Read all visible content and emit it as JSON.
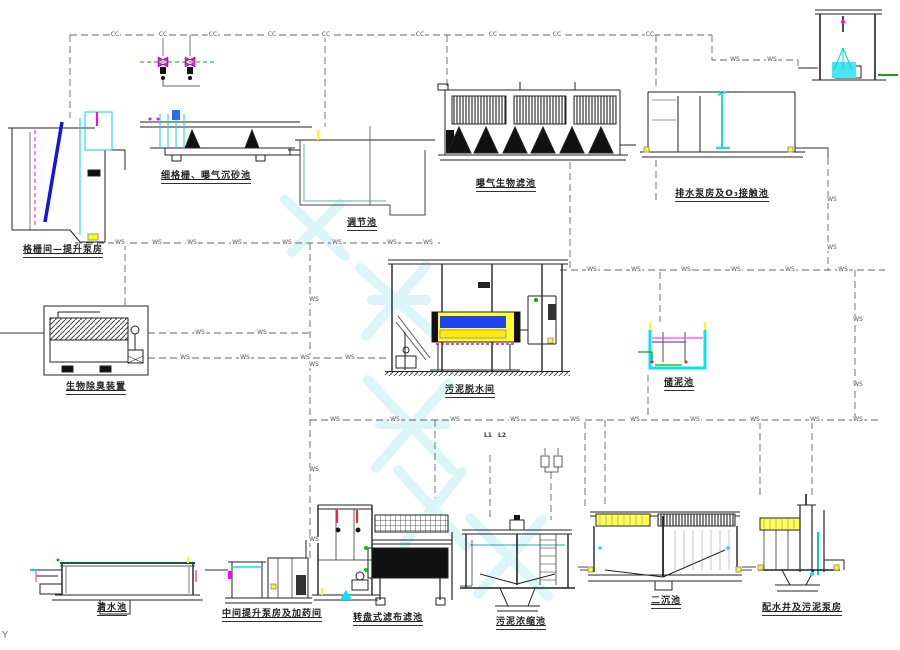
{
  "page": {
    "corner_text": "Y"
  },
  "pipes": {
    "cc": "CC",
    "ws": "WS",
    "l1": "L1",
    "l2": "L2"
  },
  "units": [
    {
      "key": "coarse-screen-lift-pump",
      "label": "格栅间—提升泵房"
    },
    {
      "key": "fine-screen-grit-chamber",
      "label": "细格栅、曝气沉砂池"
    },
    {
      "key": "regulating-tank",
      "label": "调节池"
    },
    {
      "key": "aerated-biofilter",
      "label": "曝气生物滤池"
    },
    {
      "key": "drain-pump-o3-contact",
      "label": "排水泵房及O₃接触池"
    },
    {
      "key": "bio-deodorization-unit",
      "label": "生物除臭装置"
    },
    {
      "key": "sludge-dewatering-room",
      "label": "污泥脱水间"
    },
    {
      "key": "sludge-storage-tank",
      "label": "储泥池"
    },
    {
      "key": "clean-water-tank",
      "label": "清水池"
    },
    {
      "key": "intermediate-pump-dosing",
      "label": "中间提升泵房及加药间"
    },
    {
      "key": "cloth-disc-filter",
      "label": "转盘式滤布滤池"
    },
    {
      "key": "sludge-thickener",
      "label": "污泥浓缩池"
    },
    {
      "key": "secondary-clarifier",
      "label": "二沉池"
    },
    {
      "key": "distribution-well-sludge-pump",
      "label": "配水井及污泥泵房"
    }
  ]
}
